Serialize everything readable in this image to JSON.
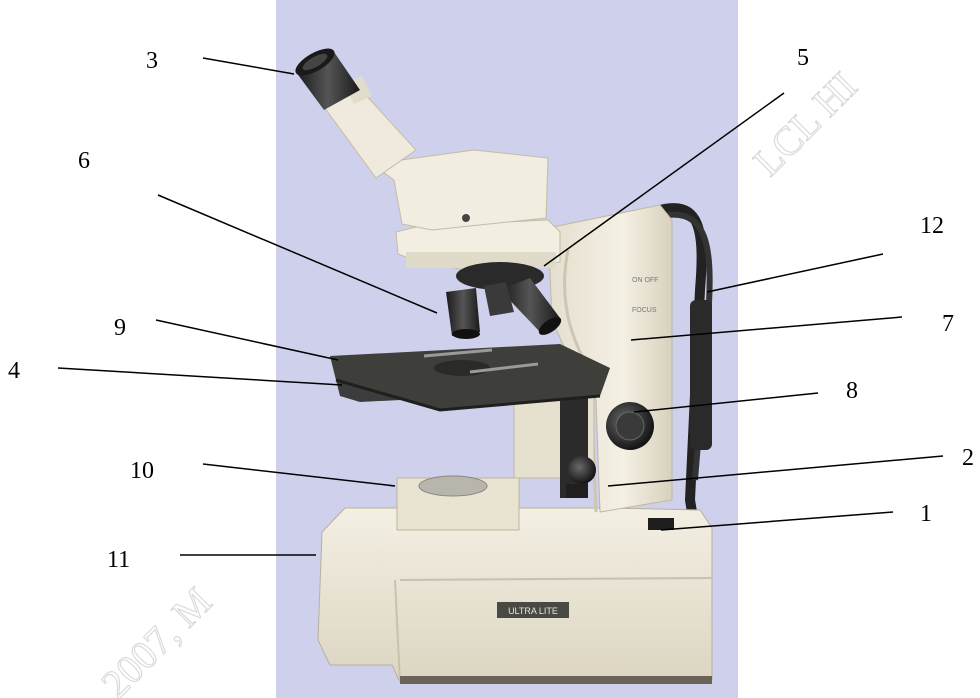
{
  "callouts": [
    {
      "id": "3",
      "label": "3"
    },
    {
      "id": "5",
      "label": "5"
    },
    {
      "id": "6",
      "label": "6"
    },
    {
      "id": "12",
      "label": "12"
    },
    {
      "id": "9",
      "label": "9"
    },
    {
      "id": "7",
      "label": "7"
    },
    {
      "id": "4",
      "label": "4"
    },
    {
      "id": "8",
      "label": "8"
    },
    {
      "id": "10",
      "label": "10"
    },
    {
      "id": "2",
      "label": "2"
    },
    {
      "id": "1",
      "label": "1"
    },
    {
      "id": "11",
      "label": "11"
    }
  ],
  "microscope": {
    "side_label_1": "ON OFF",
    "side_label_2": "FOCUS",
    "brand_plate": "ULTRA LITE"
  },
  "watermark": {
    "bottom_left": "2007, M",
    "top_right": "LCL HI"
  },
  "colors": {
    "backdrop": "#cfd0ec",
    "body": "#efeadb",
    "body_shadow": "#d9d2bf",
    "stage": "#3a3a38",
    "metal_dark": "#2a2a2a",
    "line": "#000000"
  }
}
